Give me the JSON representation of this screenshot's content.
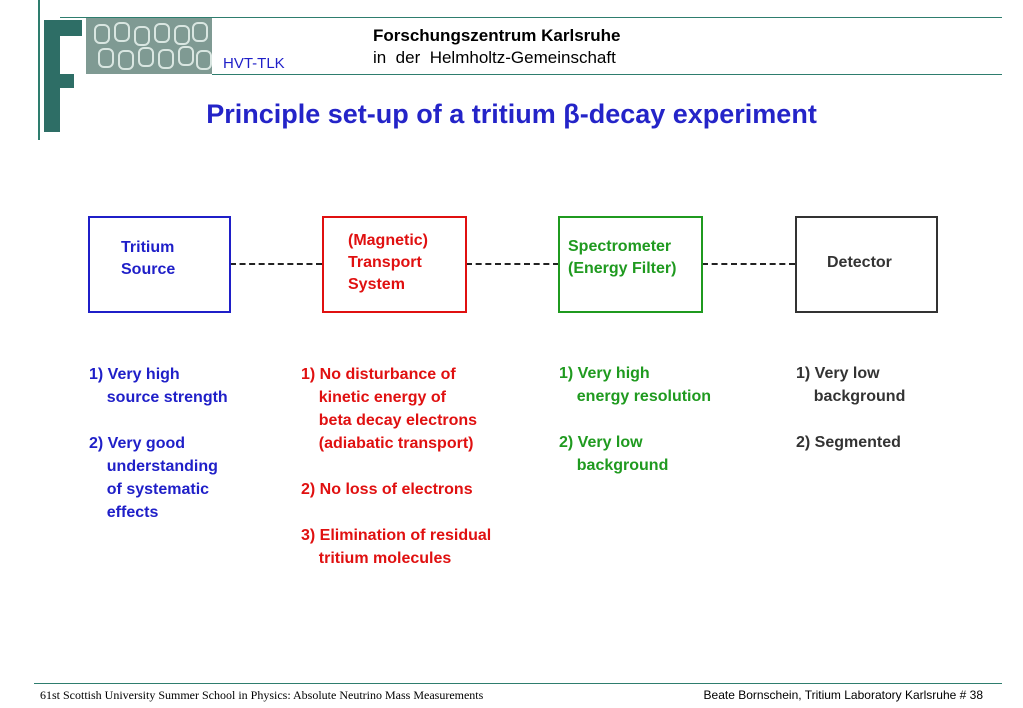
{
  "header": {
    "org_line1": "Forschungszentrum Karlsruhe",
    "org_line2": "in  der  Helmholtz-Gemeinschaft",
    "dept": "HVT-TLK"
  },
  "title": "Principle set-up of a tritium β-decay experiment",
  "colors": {
    "blue": "#1f1fc8",
    "red": "#e01010",
    "green": "#1f9a1f",
    "dark": "#333333",
    "logo": "#2e6e66"
  },
  "boxes": [
    {
      "id": "source",
      "label": "Tritium\nSource"
    },
    {
      "id": "transport",
      "label": "(Magnetic)\nTransport\nSystem"
    },
    {
      "id": "spectrometer",
      "label": "Spectrometer\n(Energy Filter)"
    },
    {
      "id": "detector",
      "label": "Detector"
    }
  ],
  "requirements": {
    "source": "1) Very high\n    source strength\n\n2) Very good\n    understanding\n    of systematic\n    effects",
    "transport": "1) No disturbance of\n    kinetic energy of\n    beta decay electrons\n    (adiabatic transport)\n\n2) No loss of electrons\n\n3) Elimination of residual\n    tritium molecules",
    "spectrometer": "1) Very high\n    energy resolution\n\n2) Very low\n    background",
    "detector": "1) Very low\n    background\n\n2) Segmented"
  },
  "footer": {
    "left": "61st Scottish University Summer School in Physics: Absolute Neutrino Mass Measurements",
    "right": "Beate Bornschein, Tritium Laboratory Karlsruhe   # 38"
  }
}
